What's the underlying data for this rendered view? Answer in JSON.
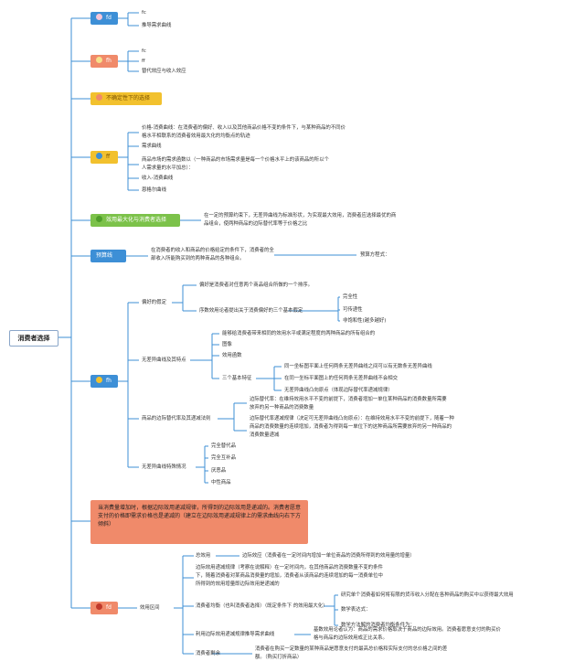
{
  "root": "消费者选择",
  "b1": {
    "label": "fd",
    "items": [
      "fc",
      "推导需求曲线"
    ]
  },
  "b2": {
    "label": "fh",
    "items": [
      "fc",
      "ff",
      "替代效应与收入效应"
    ]
  },
  "b3": {
    "label": "不确定性下的选择"
  },
  "b4": {
    "label": "ff",
    "items": [
      "价格-消费曲线：在消费者的偏好、收入以及其他商品价格不变的条件下，与某种商品的不同价格水平相联系的消费者效用最大化的均衡点的轨迹",
      "需求曲线",
      "商品市场的需求函数以（一种商品的市场需求量是每一个价格水平上的该商品的所以个人需求量的水平加总）：",
      "收入-消费曲线",
      "恩格尔曲线"
    ]
  },
  "b5": {
    "label": "效用最大化与消费者选择",
    "desc": "在一定的预算约束下，无差异曲线为标准形状，为实现最大效用，消费者应选择最优的商品组合，使两种商品的边际替代率等于价格之比"
  },
  "b6": {
    "label": "预算线",
    "desc": "在消费者的收入和商品的价格给定的条件下，消费者的全部收入所能购买到的两种商品的各种组合。",
    "sub": "预算方程式："
  },
  "b7": {
    "label": "fh",
    "pref": {
      "label": "偏好的假定",
      "a": "偏好是消费者对任意两个商品组合所做的一个排序。",
      "b": "序数效用论者提出关于消费偏好的三个基本假定",
      "c": [
        "完全性",
        "可传递性",
        "非饱和性(越多越好)"
      ]
    },
    "ic": {
      "label": "无差异曲线及其特点",
      "a": "能够给消费者带来相同的效用水平或满足程度的两种商品的所有组合的",
      "b": "图像",
      "c": "效用函数",
      "d": "三个基本特征",
      "e": [
        "同一坐标图平面上任何两条无差异曲线之间可以有无数条无差异曲线",
        "在同一坐标平面图上的任何两条无差异曲线不会相交",
        "无差异曲线凸向原点（体现边际替代率递减规律）"
      ]
    },
    "mrs": {
      "label": "商品的边际替代率及其递减法则",
      "a": "边际替代率：在维持效用水平不变的前提下，消费者增加一单位某种商品的消费数量所需要放弃的另一种商品的消费数量",
      "b": "边际替代率递减规律（决定可无差异曲线凸向原点）：在维持效用水平不变的前提下，随着一种商品的消费数量的连续增加，消费者为得到每一单位下的这种商品所需要放弃的另一种商品的消费数量递减"
    },
    "sp": {
      "label": "无差异曲线特殊情况",
      "items": [
        "完全替代品",
        "完全互补品",
        "厌恶品",
        "中性商品"
      ]
    }
  },
  "b8": {
    "text": "当消费量增加时，根据边际效用递减规律，所得到的边际效用是递减的。消费者愿意支付的价格即需求价格也是递减的（建立在边际效用递减规律上的需求曲线向右下方倾斜）"
  },
  "b9": {
    "label": "fd",
    "sub": "效用区间",
    "n1": {
      "label": "总效用",
      "a": "边际效应（消费者在一定时间内增加一单位商品的消费所得到的效用量的增量）"
    },
    "n2": "边际效用递减规律（考察在说解释）在一定时间内，在其他商品的消费数量不变的条件下，随着消费者对某商品消费量的增加，消费者从该商品的连续增加的每一消费单位中所得到的效用增量即边际效用是递减的",
    "n3": {
      "label": "消费者均衡（也叫消费者选择）（既定条件下 的效用最大化）",
      "a": "研究单个消费者如何将有限的货币收入分配在各种商品的购买中以获得最大效用",
      "b": "数学表达式：",
      "c": "数学方法解的消费者均衡条件为："
    },
    "n4": {
      "label": "利用边际效用递减规律推导需求曲线",
      "a": "基数效用论者认为：商品的需求价格取决于商品的边际效用。消费者愿意支付的购买价格与商品的边际效用成正比关系。"
    },
    "n5": {
      "label": "消费者剩余",
      "a": "消费者在购买一定数量的某种商品是愿意支付的最高总价格和实际支付的总价格之间的差额。（购买打折商品）"
    }
  },
  "colors": {
    "line": "#3d8fd6",
    "blue": "#3d8fd6",
    "salmon": "#f08a6a",
    "yellow": "#f2c12e",
    "green": "#7cc24a"
  }
}
